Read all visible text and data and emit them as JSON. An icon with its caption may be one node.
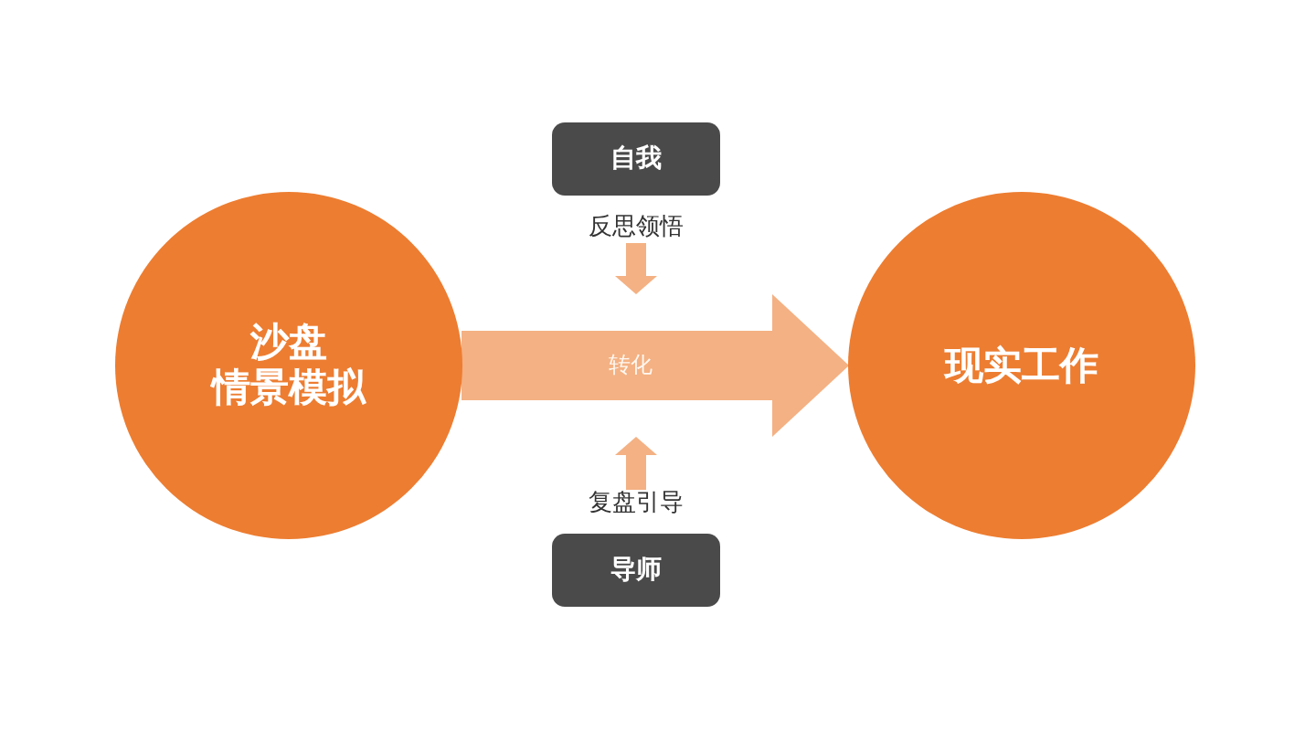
{
  "diagram": {
    "nodes": [
      {
        "text": [
          "沙盘",
          "情景模拟"
        ]
      },
      {
        "text": [
          "自我"
        ]
      },
      {
        "text": [
          "反思领悟"
        ]
      },
      {
        "text": [
          "转化"
        ]
      },
      {
        "text": [
          "复盘引导"
        ]
      },
      {
        "text": [
          "导师"
        ]
      },
      {
        "text": [
          "现实工作"
        ]
      }
    ],
    "edges": [
      {
        "from": 0,
        "to": 6,
        "arrow": "to",
        "style": "thick"
      },
      {
        "from": 2,
        "to": 3,
        "arrow": "to"
      },
      {
        "from": 4,
        "to": 3,
        "arrow": "to"
      }
    ]
  }
}
